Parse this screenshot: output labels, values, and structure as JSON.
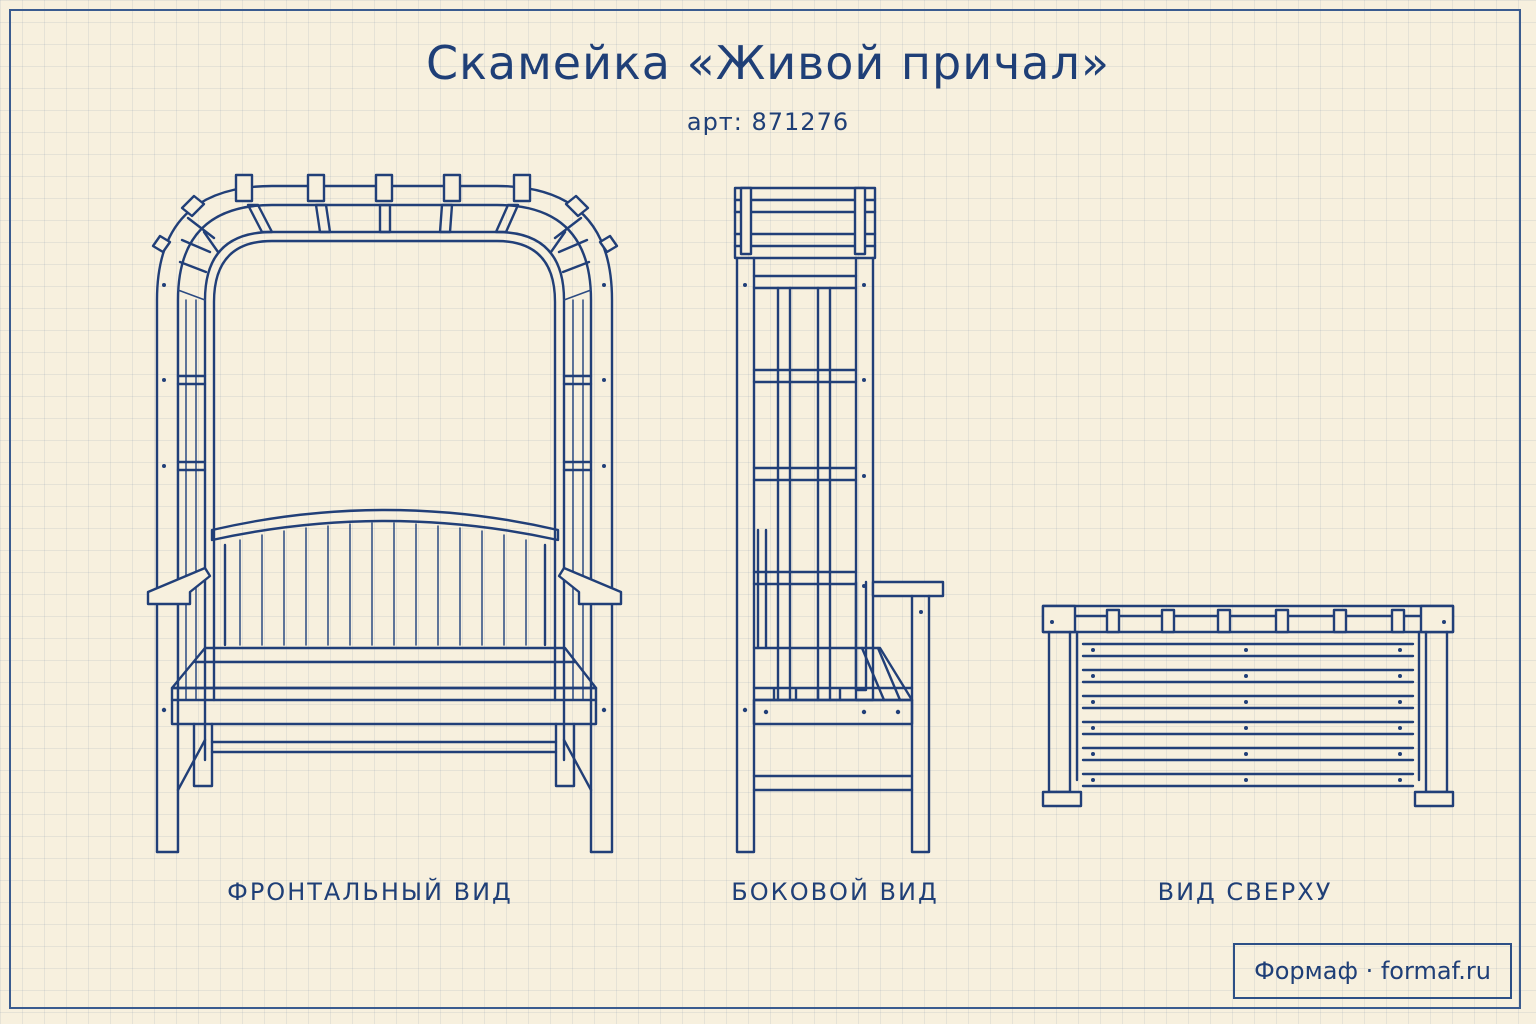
{
  "sheet": {
    "title": "Скамейка «Живой причал»",
    "article": "арт: 871276",
    "views": {
      "front": "ФРОНТАЛЬНЫЙ ВИД",
      "side": "БОКОВОЙ ВИД",
      "top": "ВИД СВЕРХУ"
    },
    "brand": "Формаф · formaf.ru"
  },
  "colors": {
    "paper": "#f7f0de",
    "ink": "#1f3f77",
    "grid": "#a9b6c9"
  }
}
